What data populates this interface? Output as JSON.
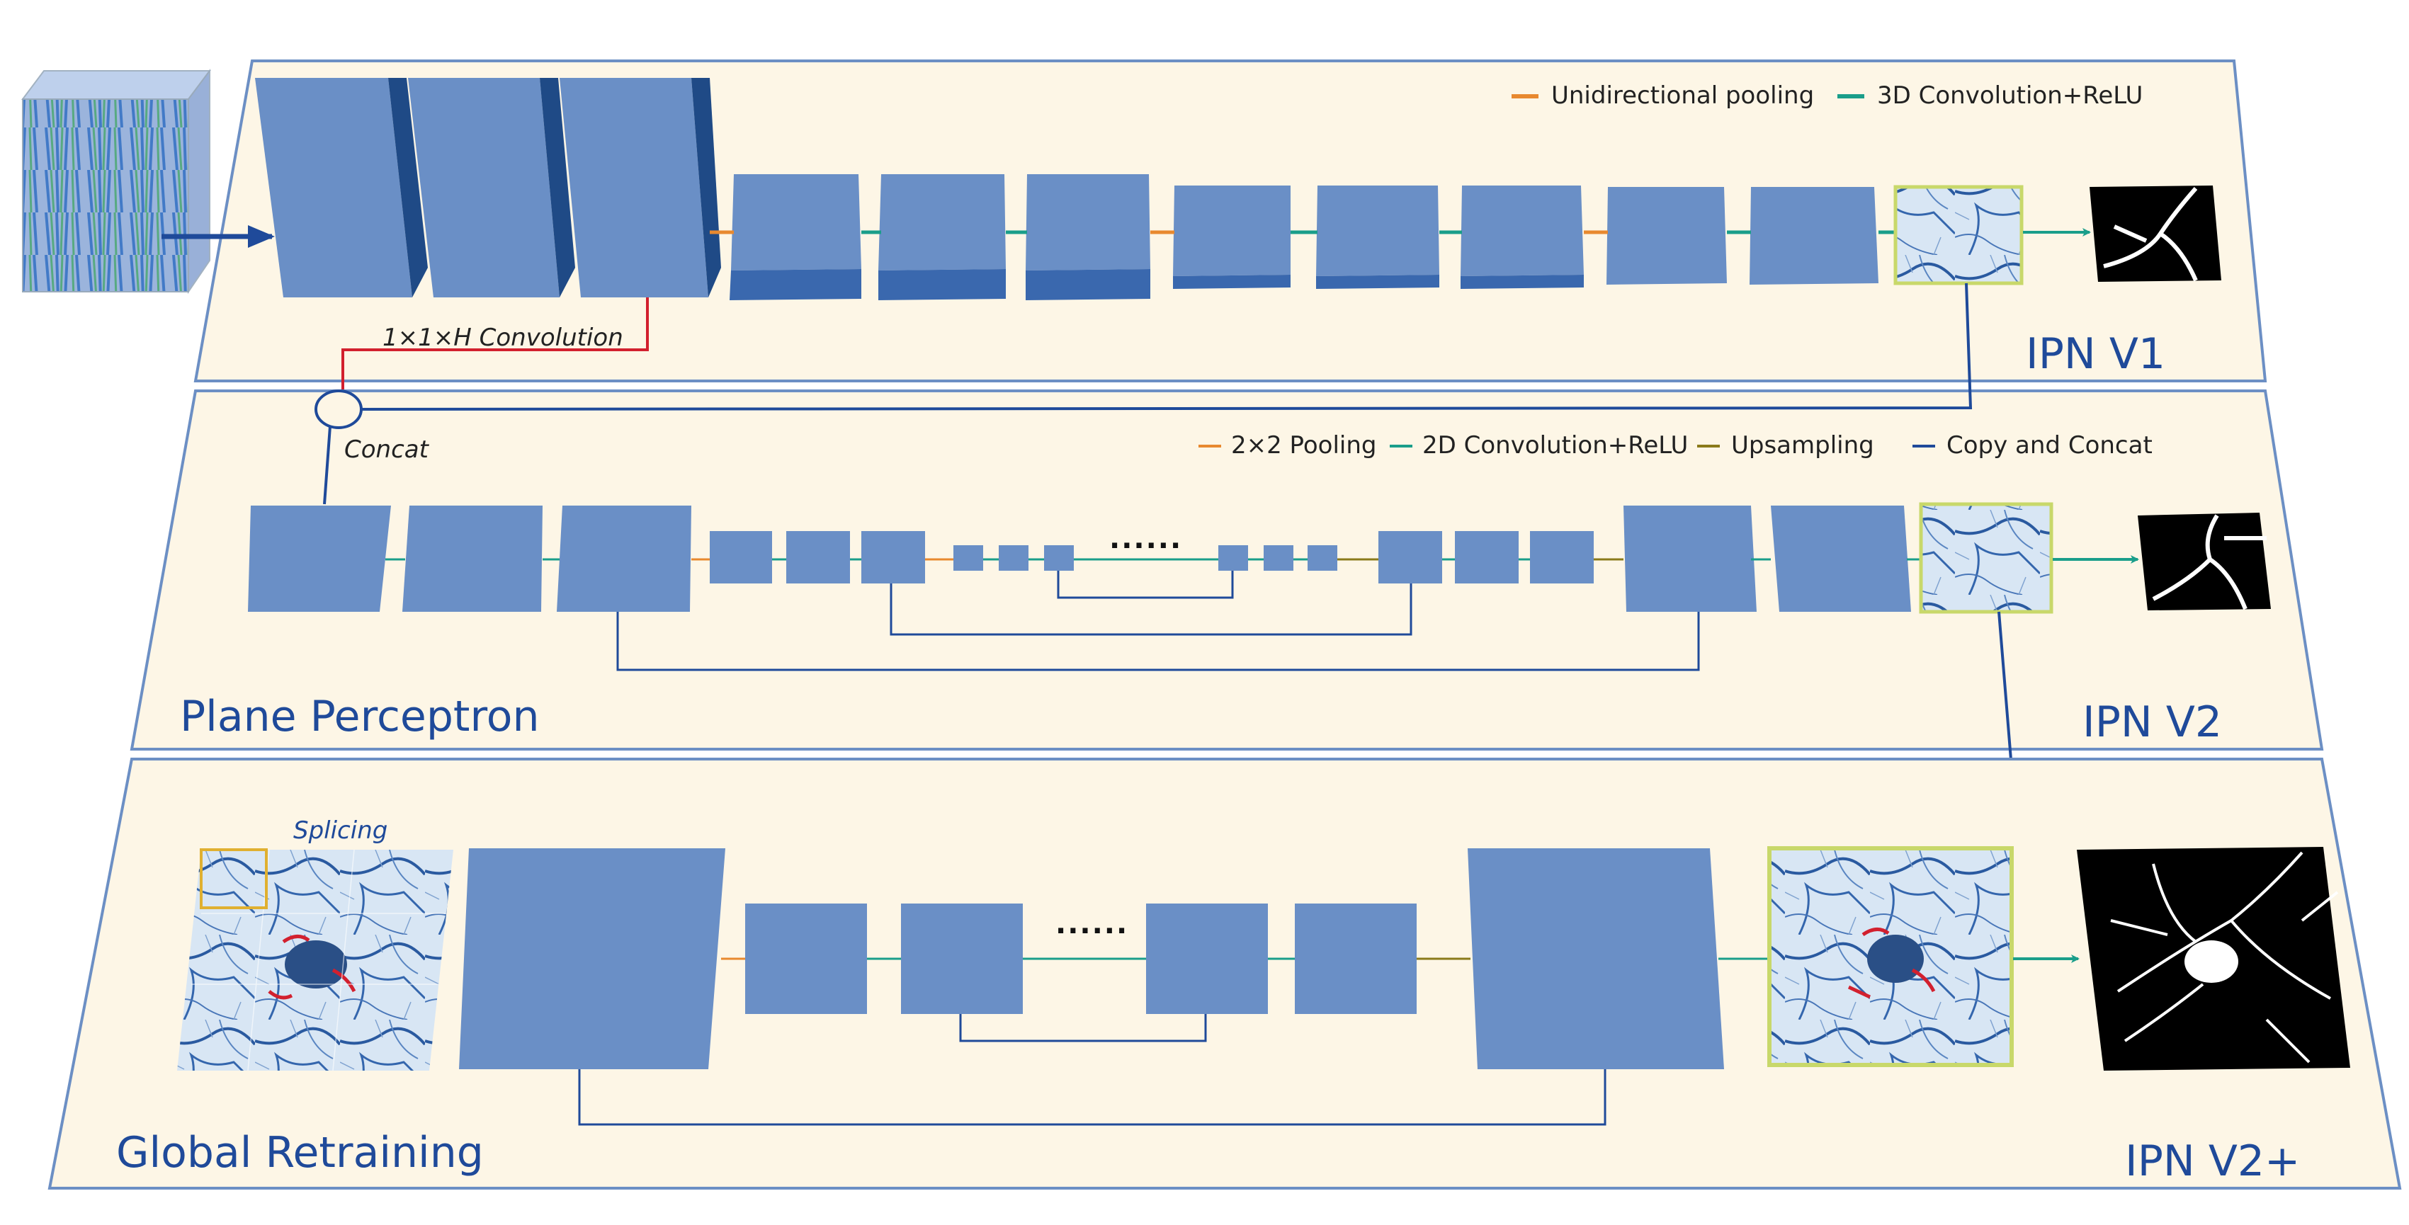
{
  "panels": {
    "v1": {
      "name": "IPN V1",
      "legend": [
        {
          "label": "Unidirectional pooling",
          "color": "#e8892f"
        },
        {
          "label": "3D Convolution+ReLU",
          "color": "#1a9e8a"
        }
      ],
      "annotation": "1×1×H Convolution"
    },
    "v2": {
      "name": "IPN V2",
      "section": "Plane Perceptron",
      "legend": [
        {
          "label": "2×2 Pooling",
          "color": "#e8892f"
        },
        {
          "label": "2D Convolution+ReLU",
          "color": "#1a9e8a"
        },
        {
          "label": "Upsampling",
          "color": "#8a7a1a"
        },
        {
          "label": "Copy and Concat",
          "color": "#1f4a9a"
        }
      ],
      "concat": "Concat",
      "ellipsis": "......"
    },
    "v3": {
      "name": "IPN V2+",
      "section": "Global Retraining",
      "splicing": "Splicing",
      "ellipsis": "......"
    }
  },
  "colors": {
    "panel_fill": "#fdf6e6",
    "panel_border": "#6c8fc4",
    "block_front": "#6a8fc6",
    "block_side": "#1f4a86",
    "block_bottom": "#3a68ae",
    "link_line": "#1f4a9a",
    "conv_red": "#d2202e",
    "title_blue": "#1f4a9a",
    "frame_green": "#c8d86a",
    "frame_gold": "#e0b030"
  }
}
